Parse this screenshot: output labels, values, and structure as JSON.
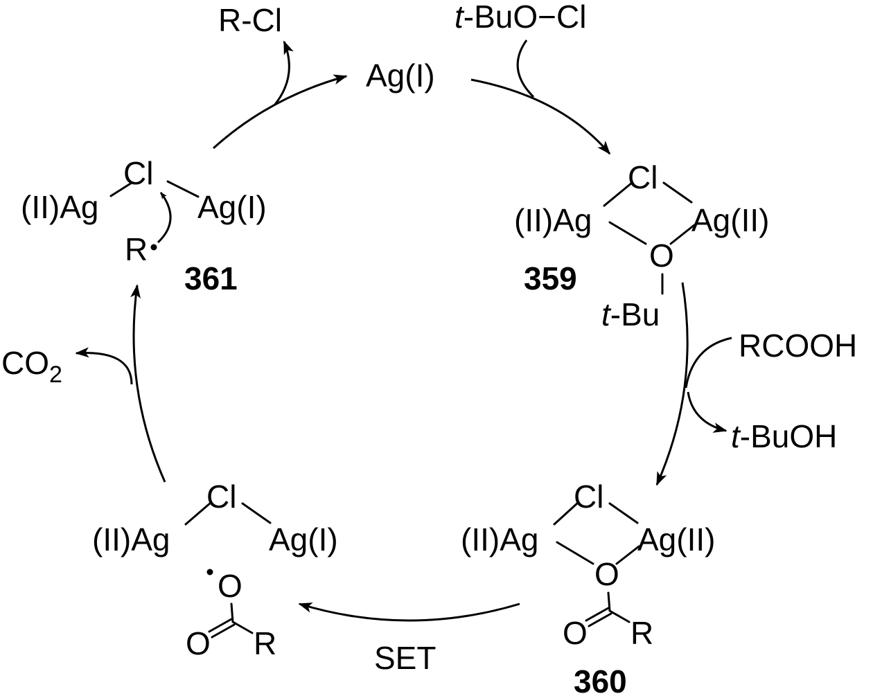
{
  "diagram": {
    "top": {
      "ag1": "Ag(I)",
      "rcl": "R-Cl",
      "tbuocl_t": "t",
      "tbuocl_rest": "-BuO−Cl"
    },
    "c359": {
      "cl": "Cl",
      "left_ag": "(II)Ag",
      "right_ag": "Ag(II)",
      "o": "O",
      "tbu_t": "t",
      "tbu_rest": "-Bu",
      "number": "359"
    },
    "right_side": {
      "rcooh": "RCOOH",
      "tbuoh_t": "t",
      "tbuoh_rest": "-BuOH"
    },
    "c360": {
      "cl": "Cl",
      "left_ag": "(II)Ag",
      "right_ag": "Ag(II)",
      "o_top": "O",
      "o_dbl": "O",
      "r": "R",
      "number": "360"
    },
    "bottom": {
      "set": "SET"
    },
    "radical_int": {
      "cl": "Cl",
      "left_ag": "(II)Ag",
      "right_ag": "Ag(I)",
      "o_rad": "O",
      "o_dbl": "O",
      "r": "R"
    },
    "left_side": {
      "co2_main": "CO",
      "co2_sub": "2"
    },
    "c361": {
      "cl": "Cl",
      "left_ag": "(II)Ag",
      "right_ag": "Ag(I)",
      "r_rad": "R",
      "number": "361"
    }
  }
}
